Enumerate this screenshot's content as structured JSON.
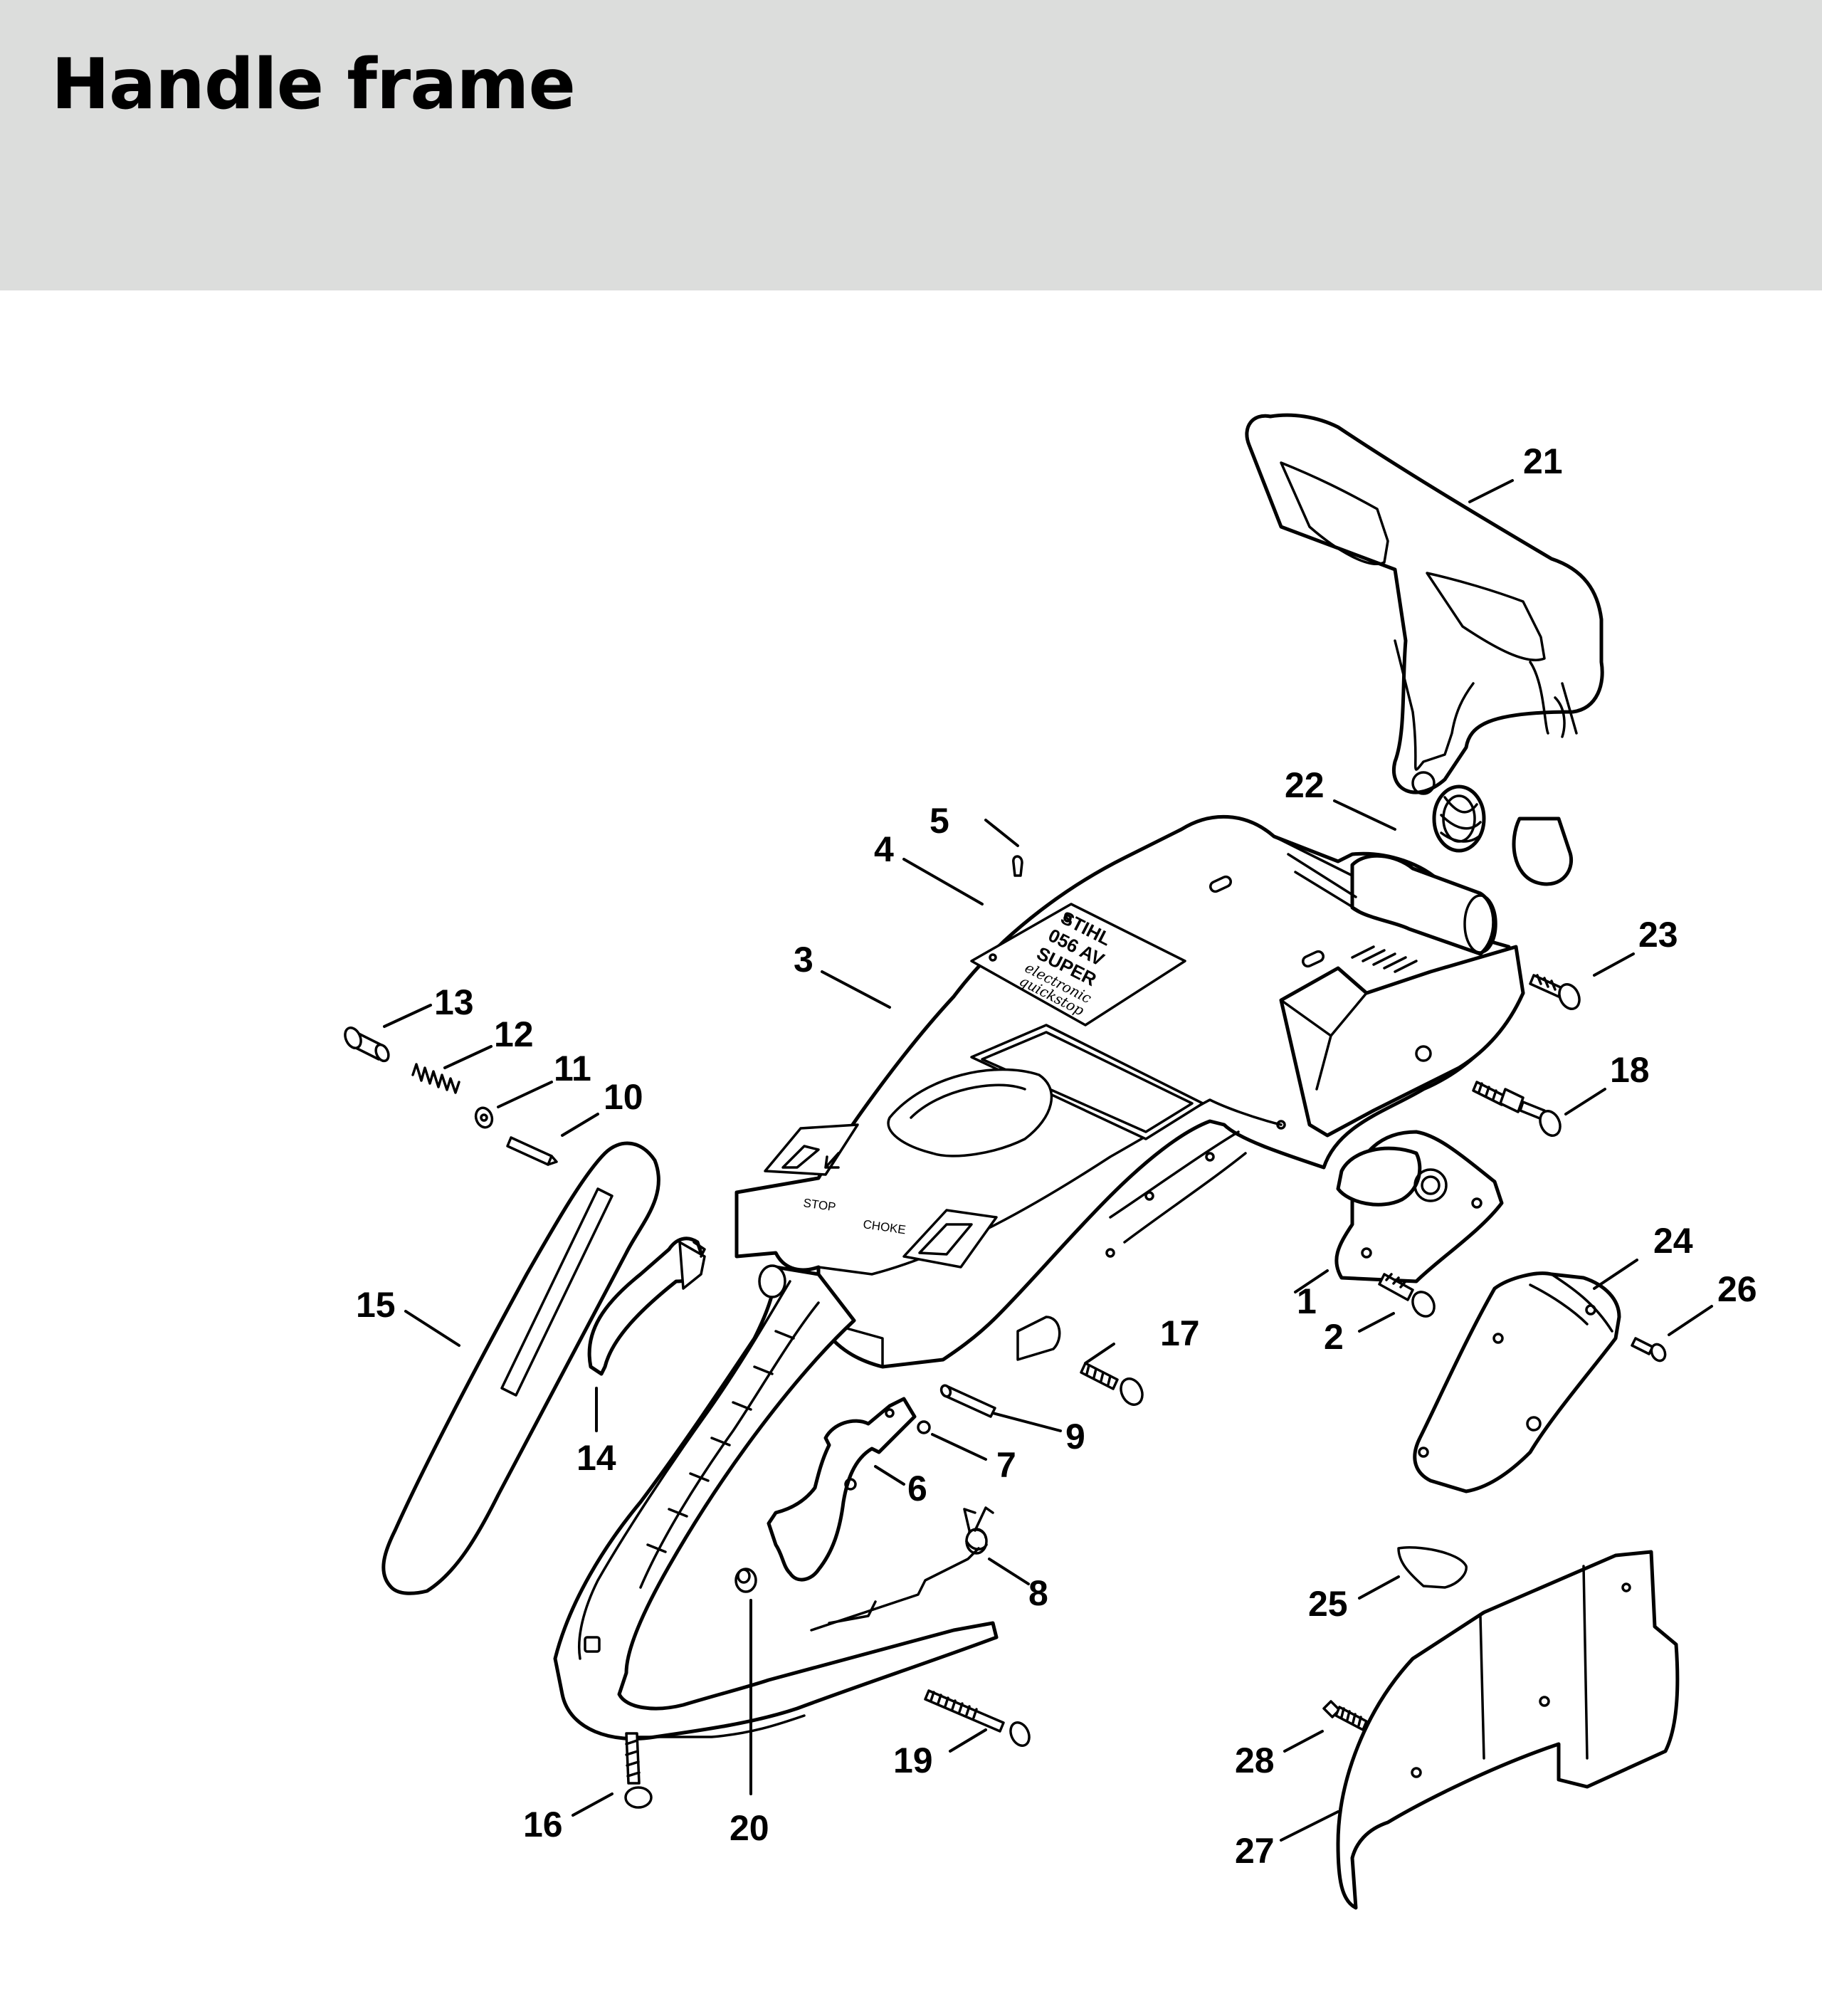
{
  "header": {
    "title": "Handle frame",
    "background_color": "#dcdddc"
  },
  "decal": {
    "brand": "STIHL",
    "model": "056 AV",
    "variant": "SUPER",
    "script_line_1": "electronic",
    "script_line_2": "quickstop"
  },
  "controls": {
    "stop_label": "STOP",
    "choke_label": "CHOKE"
  },
  "callouts": [
    "1",
    "2",
    "3",
    "4",
    "5",
    "6",
    "7",
    "8",
    "9",
    "10",
    "11",
    "12",
    "13",
    "14",
    "15",
    "16",
    "17",
    "18",
    "19",
    "20",
    "21",
    "22",
    "23",
    "24",
    "25",
    "26",
    "27",
    "28"
  ]
}
